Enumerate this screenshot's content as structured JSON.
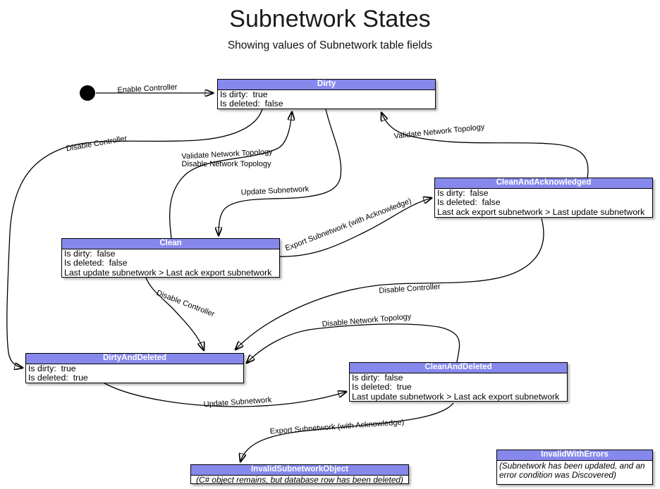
{
  "diagram": {
    "title": "Subnetwork States",
    "subtitle": "Showing values of Subnetwork table fields"
  },
  "colors": {
    "state_header_fill": "#8688ec",
    "state_header_text": "#ffffff",
    "edge_line": "#000000",
    "background": "#ffffff"
  },
  "states": {
    "dirty": {
      "title": "Dirty",
      "fields": [
        "Is dirty:  true",
        "Is deleted:  false"
      ]
    },
    "clean": {
      "title": "Clean",
      "fields": [
        "Is dirty:  false",
        "Is deleted:  false",
        "Last update subnetwork > Last ack export subnetwork"
      ]
    },
    "clean_and_acknowledged": {
      "title": "CleanAndAcknowledged",
      "fields": [
        "Is dirty:  false",
        "Is deleted:  false",
        "Last ack export subnetwork > Last update subnetwork"
      ]
    },
    "dirty_and_deleted": {
      "title": "DirtyAndDeleted",
      "fields": [
        "Is dirty:  true",
        "Is deleted:  true"
      ]
    },
    "clean_and_deleted": {
      "title": "CleanAndDeleted",
      "fields": [
        "Is dirty:  false",
        "Is deleted:  true",
        "Last update subnetwork > Last ack export subnetwork"
      ]
    },
    "invalid_subnetwork_object": {
      "title": "InvalidSubnetworkObject",
      "note": "(C# object remains, but database row has been deleted)"
    },
    "invalid_with_errors": {
      "title": "InvalidWithErrors",
      "note": "(Subnetwork has been updated, and an error condition was Discovered)"
    }
  },
  "transitions": {
    "enable_controller": "Enable Controller",
    "dirty_to_dad_disable_controller": "Disable Controller",
    "clean_to_dirty_validate": "Validate Network Topology",
    "clean_to_dirty_disable_topology": "Disable Network Topology",
    "dirty_to_clean_update_subnetwork": "Update Subnetwork",
    "clean_to_caa_export_ack": "Export Subnetwork (with Acknowledge)",
    "caa_to_dirty_validate": "Validate Network Topology",
    "clean_to_dad_disable_controller": "Disable Controller",
    "caa_to_dad_disable_controller": "Disable Controller",
    "cad_to_dad_disable_topology": "Disable Network Topology",
    "dad_to_cad_update_subnetwork": "Update Subnetwork",
    "cad_to_iso_export_ack": "Export Subnetwork (with Acknowledge)"
  }
}
